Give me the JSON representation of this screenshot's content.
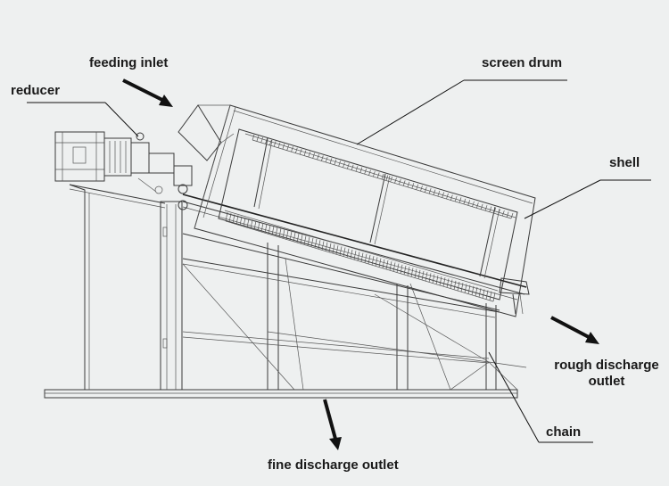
{
  "labels": {
    "feeding_inlet": "feeding inlet",
    "reducer": "reducer",
    "screen_drum": "screen drum",
    "shell": "shell",
    "rough_discharge_line1": "rough discharge",
    "rough_discharge_line2": "outlet",
    "chain": "chain",
    "fine_discharge": "fine discharge outlet"
  },
  "colors": {
    "background": "#eef0f0",
    "line": "#3a3a3a",
    "text": "#1a1a1a"
  }
}
